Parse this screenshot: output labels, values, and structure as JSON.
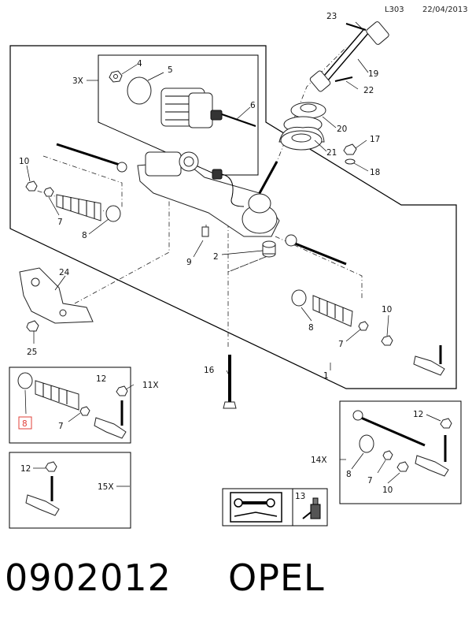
{
  "header": {
    "ref_code": "L303",
    "date": "22/04/2013"
  },
  "footer": {
    "part_number": "0902012",
    "brand": "OPEL"
  },
  "callouts": {
    "c1": "1",
    "c2": "2",
    "c4": "4",
    "c5": "5",
    "c6": "6",
    "c7a": "7",
    "c7b": "7",
    "c7c": "7",
    "c7d": "7",
    "c8a": "8",
    "c8b": "8",
    "c8c": "8",
    "c8d": "8",
    "c9": "9",
    "c10a": "10",
    "c10b": "10",
    "c10c": "10",
    "c12a": "12",
    "c12b": "12",
    "c12c": "12",
    "c13": "13",
    "c16": "16",
    "c17": "17",
    "c18": "18",
    "c19": "19",
    "c20": "20",
    "c21": "21",
    "c22": "22",
    "c23": "23",
    "c24": "24",
    "c25": "25",
    "q3x": "3X",
    "q11x": "11X",
    "q14x": "14X",
    "q15x": "15X"
  },
  "highlight_color": "#e0403a"
}
